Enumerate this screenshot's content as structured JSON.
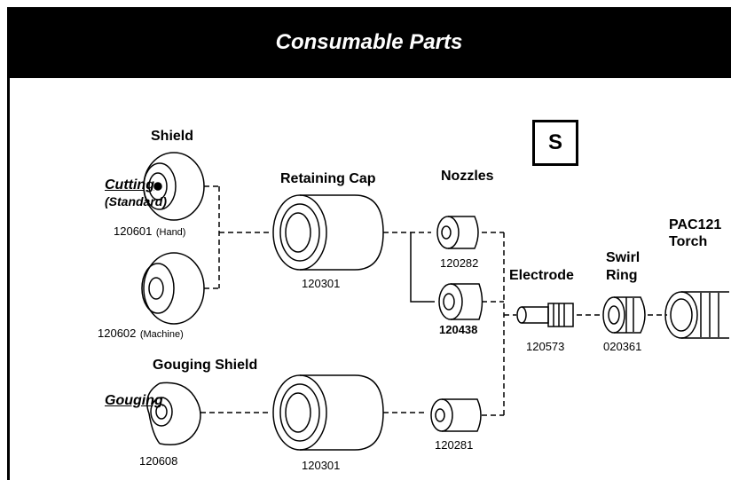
{
  "title": "Consumable Parts",
  "s_label": "S",
  "sections": {
    "cutting": "Cutting",
    "cutting_sub": "(Standard)",
    "gouging": "Gouging"
  },
  "headings": {
    "shield": "Shield",
    "retaining_cap": "Retaining Cap",
    "nozzles": "Nozzles",
    "electrode": "Electrode",
    "swirl_ring_line1": "Swirl",
    "swirl_ring_line2": "Ring",
    "torch_line1": "PAC121",
    "torch_line2": "Torch",
    "gouging_shield": "Gouging Shield"
  },
  "parts": {
    "shield_hand_num": "120601",
    "shield_hand_note": "(Hand)",
    "shield_machine_num": "120602",
    "shield_machine_note": "(Machine)",
    "retaining_cap_top": "120301",
    "retaining_cap_bottom": "120301",
    "nozzle_1": "120282",
    "nozzle_2": "120438",
    "nozzle_3": "120281",
    "electrode": "120573",
    "swirl_ring": "020361",
    "gouging_shield": "120608"
  }
}
